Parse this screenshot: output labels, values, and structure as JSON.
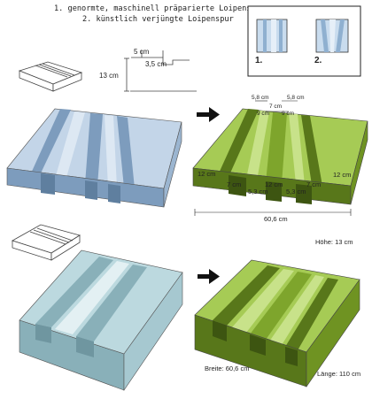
{
  "caption": {
    "line1": "1. genormte, maschinell präparierte Loipenspur",
    "line2": "2. künstlich verjüngte Loipenspur"
  },
  "legend_box": {
    "label_1": "1.",
    "label_2": "2."
  },
  "profile_sketch": {
    "height": "13 cm",
    "depth": "5 cm",
    "step": "3,5 cm"
  },
  "green_dimensions": {
    "top_left": "5,8 cm",
    "top_right": "5,8 cm",
    "mid": "7 cm",
    "inner_left": "9 cm",
    "inner_right": "9 cm",
    "side_left": "12 cm",
    "side_right": "12 cm",
    "center": "12 cm",
    "groove_left": "7 cm",
    "groove_right": "7 cm",
    "bottom_left": "5,3 cm",
    "bottom_right": "5,3 cm",
    "total_width": "60,6 cm"
  },
  "block_dimensions": {
    "height": "Höhe: 13 cm",
    "width": "Breite: 60,6 cm",
    "length": "Länge: 110 cm"
  },
  "colors": {
    "blue_light": "#c3d5e8",
    "blue_mid": "#a3bdd7",
    "blue_dark": "#7d9cbd",
    "green_light": "#a6cb55",
    "green_mid": "#7ea52c",
    "green_dark": "#58771a",
    "cyan_light": "#bcd9df",
    "cyan_dark": "#89b0b9"
  }
}
